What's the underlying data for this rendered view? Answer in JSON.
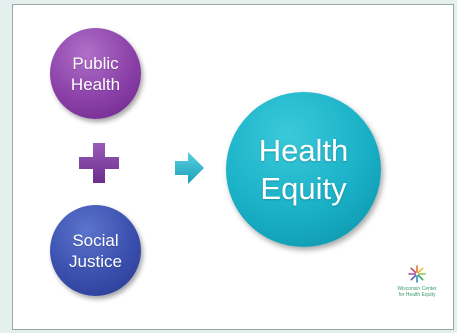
{
  "diagram": {
    "nodes": {
      "public_health": {
        "line1": "Public",
        "line2": "Health"
      },
      "social_justice": {
        "line1": "Social",
        "line2": "Justice"
      },
      "health_equity": {
        "line1": "Health",
        "line2": "Equity"
      }
    },
    "operators": {
      "plus": "+",
      "arrow": "→"
    },
    "logo": {
      "line1": "Wisconsin Center",
      "line2": "for Health Equity"
    }
  },
  "colors": {
    "public_health": "#8a40a8",
    "plus": "#7a3d9a",
    "social_justice": "#3a4fae",
    "health_equity": "#19b0c6",
    "arrow": "#2bb6cf",
    "logo_text": "#3a9a6c"
  }
}
